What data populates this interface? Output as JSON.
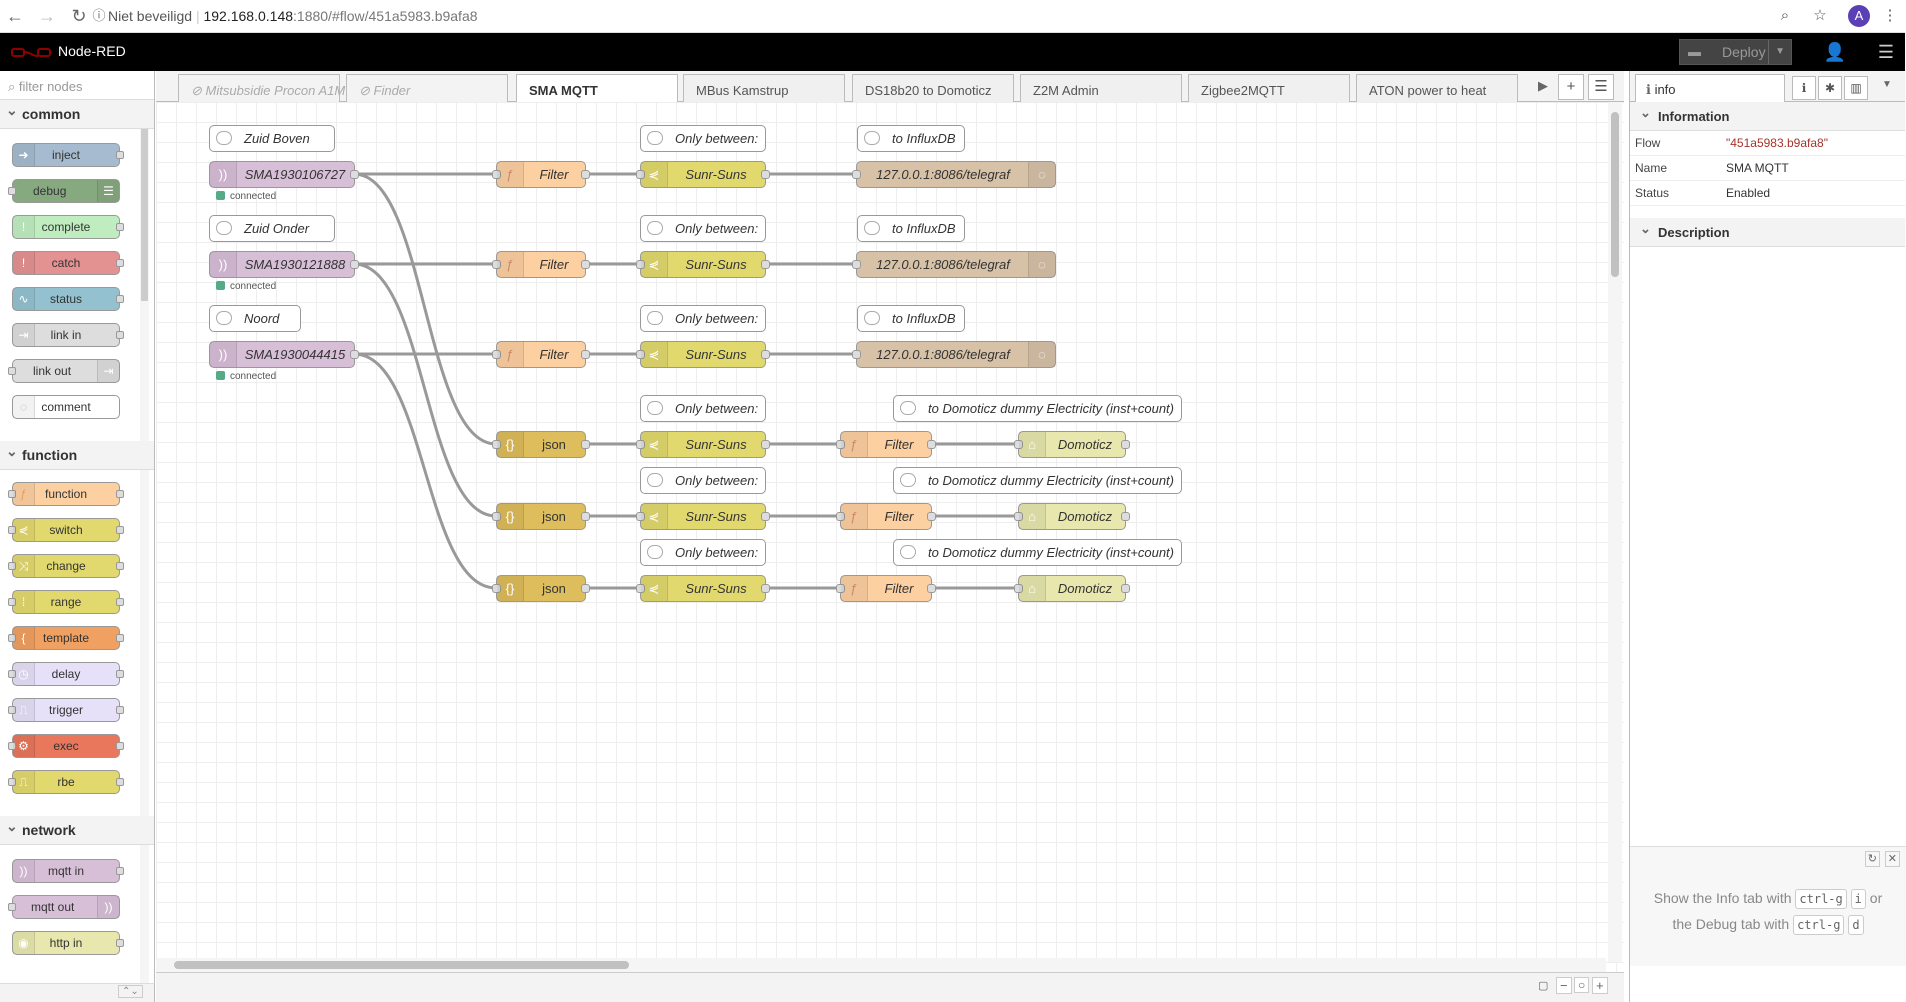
{
  "browser": {
    "security": "Niet beveiligd",
    "host": "192.168.0.148",
    "path": ":1880/#flow/451a5983.b9afa8",
    "avatar": "A"
  },
  "header": {
    "app_name": "Node-RED",
    "deploy_label": "Deploy"
  },
  "palette": {
    "filter_placeholder": "filter nodes",
    "categories": {
      "common": "common",
      "function": "function",
      "network": "network"
    },
    "common": [
      "inject",
      "debug",
      "complete",
      "catch",
      "status",
      "link in",
      "link out",
      "comment"
    ],
    "function": [
      "function",
      "switch",
      "change",
      "range",
      "template",
      "delay",
      "trigger",
      "exec",
      "rbe"
    ],
    "network": [
      "mqtt in",
      "mqtt out",
      "http in"
    ]
  },
  "tabs": [
    "Mitsubsidie Procon A1M…",
    "Finder",
    "SMA MQTT",
    "MBus Kamstrup",
    "DS18b20 to Domoticz",
    "Z2M Admin",
    "Zigbee2MQTT",
    "ATON power to heat"
  ],
  "flow": {
    "comments": {
      "c1": "Zuid Boven",
      "c2": "Zuid Onder",
      "c3": "Noord",
      "ob": "Only between:",
      "influx": "to InfluxDB",
      "domoticz": "to Domoticz dummy Electricity (inst+count)"
    },
    "mqtt": [
      "SMA1930106727",
      "SMA1930121888",
      "SMA1930044415"
    ],
    "status": "connected",
    "filter": "Filter",
    "sunr": "Sunr-Suns",
    "influx": "127.0.0.1:8086/telegraf",
    "json": "json",
    "domoticz": "Domoticz"
  },
  "sidebar": {
    "tab": "info",
    "information": "Information",
    "description": "Description",
    "rows": [
      {
        "k": "Flow",
        "v": "\"451a5983.b9afa8\""
      },
      {
        "k": "Name",
        "v": "SMA MQTT"
      },
      {
        "k": "Status",
        "v": "Enabled"
      }
    ],
    "tip1a": "Show the Info tab with",
    "tip1b": "or",
    "tip2a": "the Debug tab with",
    "k1": "ctrl-g",
    "k2": "i",
    "k3": "d"
  },
  "colors": {
    "mqtt": "#d8bfd8",
    "function": "#fdd0a2",
    "switch": "#e2d96e",
    "http": "#d8bfd8",
    "json": "#debd5c",
    "domoticz": "#e7e7ae",
    "header": "#000000"
  }
}
